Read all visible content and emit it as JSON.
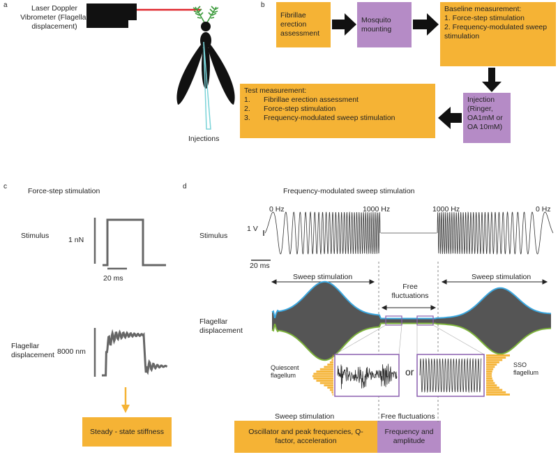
{
  "panels": {
    "a": "a",
    "b": "b",
    "c": "c",
    "d": "d"
  },
  "panel_a": {
    "ldv_label": "Laser Doppler Vibrometer (Flagellar displacement)",
    "injections_label": "Injections"
  },
  "panel_b": {
    "box1": "Fibrillae erection assessment",
    "box2": "Mosquito mounting",
    "box3_title": "Baseline measurement:",
    "box3_items": [
      "1. Force-step stimulation",
      "2. Frequency-modulated sweep stimulation"
    ],
    "box4": "Injection (Ringer, OA1mM or OA 10mM)",
    "box5_title": "Test measurement:",
    "box5_items": [
      {
        "num": "1.",
        "text": "Fibrillae erection assessment"
      },
      {
        "num": "2.",
        "text": "Force-step stimulation"
      },
      {
        "num": "3.",
        "text": "Frequency-modulated sweep stimulation"
      }
    ]
  },
  "panel_c": {
    "title": "Force-step stimulation",
    "stimulus_label": "Stimulus",
    "stimulus_scale": "1 nN",
    "time_scale": "20 ms",
    "displacement_label": "Flagellar displacement",
    "displacement_scale": "8000 nm",
    "result_box": "Steady - state stiffness"
  },
  "panel_d": {
    "title": "Frequency-modulated sweep stimulation",
    "freq_labels": [
      "0 Hz",
      "1000 Hz",
      "1000 Hz",
      "0 Hz"
    ],
    "stimulus_label": "Stimulus",
    "voltage_scale": "1 V",
    "time_scale": "20 ms",
    "sweep_left": "Sweep stimulation",
    "free_fluct": "Free fluctuations",
    "sweep_right": "Sweep stimulation",
    "displacement_label": "Flagellar displacement",
    "quiescent_label": "Quiescent flagellum",
    "or_label": "or",
    "sso_label": "SSO flagellum",
    "bottom_left_heading": "Sweep stimulation",
    "bottom_right_heading": "Free fluctuations",
    "bottom_left_box": "Oscillator and peak frequencies, Q-factor, acceleration",
    "bottom_right_box": "Frequency and amplitude"
  },
  "colors": {
    "orange": "#F5B335",
    "purple": "#B58BC6",
    "trace": "#555555",
    "envelope_top": "#3BA7DF",
    "envelope_bottom": "#7DB33B",
    "laser": "#E0282E"
  }
}
